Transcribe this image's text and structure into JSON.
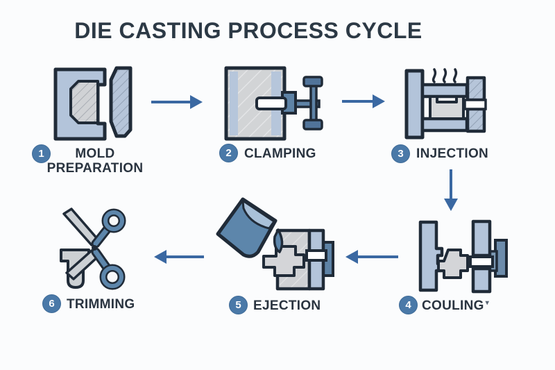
{
  "title": "DIE CASTING PROCESS CYCLE",
  "steps": [
    {
      "num": "1",
      "label": "MOLD",
      "label2": "PREPARATION",
      "icon": "open-mold-icon"
    },
    {
      "num": "2",
      "label": "CLAMPING",
      "icon": "clamping-press-icon"
    },
    {
      "num": "3",
      "label": "INJECTION",
      "icon": "injection-mold-heat-icon"
    },
    {
      "num": "4",
      "label": "COULING",
      "mark": "▾",
      "icon": "cooling-mold-icon"
    },
    {
      "num": "5",
      "label": "EJECTION",
      "icon": "pouring-ladle-mold-icon"
    },
    {
      "num": "6",
      "label": "TRIMMING",
      "icon": "scissors-trimming-icon"
    }
  ],
  "flow_arrows": [
    "right",
    "right",
    "down",
    "left",
    "left"
  ],
  "colors": {
    "background": "#fbfcfd",
    "title_text": "#2c3945",
    "label_text": "#2a3440",
    "arrow_blue": "#3a68a2",
    "step_circle_blue": "#4a79a8",
    "icon_light_blue": "#b3c4da",
    "icon_light_gray": "#d2d4d6",
    "icon_steel_blue": "#5e83a6",
    "icon_outline": "#202b38"
  }
}
